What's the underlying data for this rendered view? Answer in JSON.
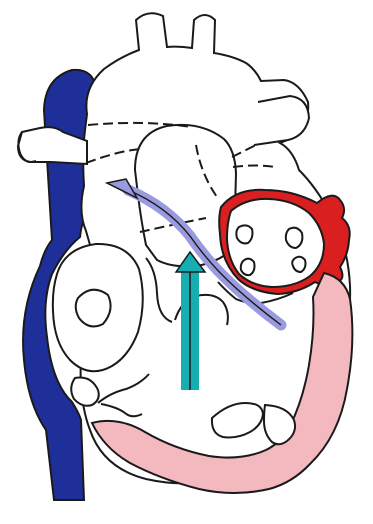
{
  "diagram": {
    "kind": "heart-anatomy-illustration",
    "colors": {
      "outline": "#1a1a1a",
      "background": "#ffffff",
      "vena_cava": "#1f2f9a",
      "right_side": "#1f2f9a",
      "left_atrium": "#d91f1f",
      "left_ventricle_wall": "#f4b8bf",
      "blue_arrow": "#9a9ae0",
      "teal_arrow": "#17aeb2"
    },
    "parts": [
      "superior-vena-cava",
      "aortic-arch",
      "pulmonary-artery",
      "right-atrium",
      "left-atrium",
      "left-ventricle",
      "interventricular-septum",
      "arrows"
    ]
  }
}
